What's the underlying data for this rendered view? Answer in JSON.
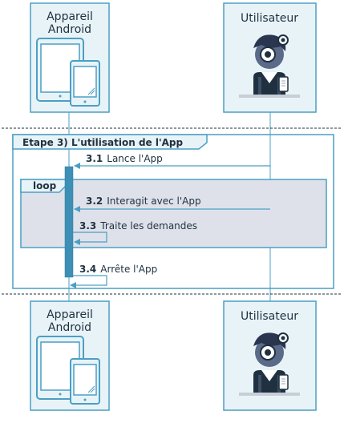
{
  "participants": {
    "android_top": {
      "line1": "Appareil",
      "line2": "Android"
    },
    "user_top": {
      "name": "Utilisateur"
    },
    "android_bottom": {
      "line1": "Appareil",
      "line2": "Android"
    },
    "user_bottom": {
      "name": "Utilisateur"
    }
  },
  "group": {
    "title": "Etape 3) L'utilisation de l'App"
  },
  "loop": {
    "title": "loop"
  },
  "messages": [
    {
      "num": "3.1",
      "text": "Lance l'App"
    },
    {
      "num": "3.2",
      "text": "Interagit avec l'App"
    },
    {
      "num": "3.3",
      "text": "Traite les demandes"
    },
    {
      "num": "3.4",
      "text": "Arrête l'App"
    }
  ],
  "colors": {
    "accent": "#4a9fc4",
    "box_fill": "#e8f3f8",
    "loop_fill": "#dfe1ea",
    "text": "#1f3140",
    "activation": "#3d8fb5"
  },
  "icons": {
    "android": "tablet-phone-icon",
    "user": "user-with-phone-icon"
  }
}
